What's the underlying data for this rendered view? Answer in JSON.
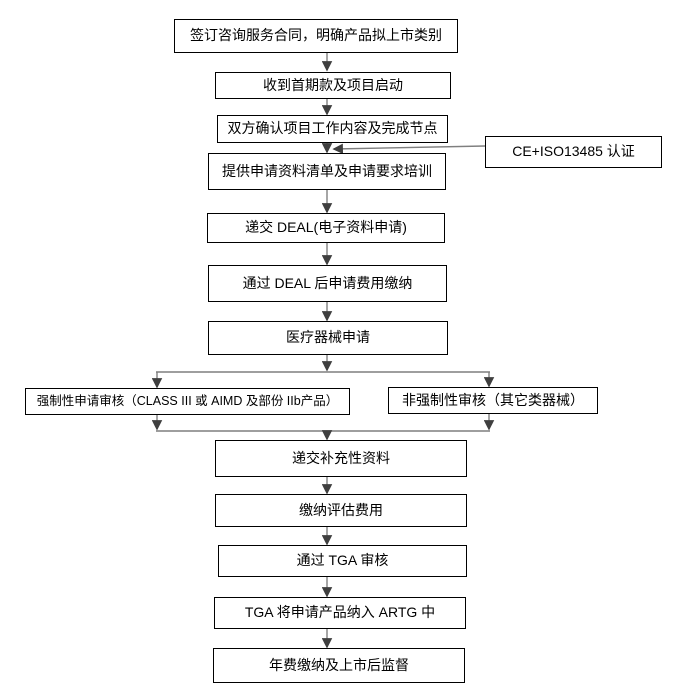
{
  "page": {
    "background_color": "#ffffff"
  },
  "colors": {
    "box_border": "#000000",
    "box_fill": "#ffffff",
    "text": "#000000",
    "connector_line": "#7f7f7f",
    "arrowhead": "#3f3f3f"
  },
  "flowchart": {
    "type": "flowchart",
    "nodes": [
      {
        "id": "sign-contract",
        "label": "签订咨询服务合同，明确产品拟上市类别"
      },
      {
        "id": "first-payment",
        "label": "收到首期款及项目启动"
      },
      {
        "id": "confirm-scope",
        "label": "双方确认项目工作内容及完成节点"
      },
      {
        "id": "ce-iso13485",
        "label": "CE+ISO13485 认证"
      },
      {
        "id": "provide-checklist",
        "label": "提供申请资料清单及申请要求培训"
      },
      {
        "id": "submit-deal",
        "label": "递交 DEAL(电子资料申请)"
      },
      {
        "id": "deal-fee",
        "label": "通过 DEAL 后申请费用缴纳"
      },
      {
        "id": "device-application",
        "label": "医疗器械申请"
      },
      {
        "id": "mandatory-audit",
        "label": "强制性申请审核（CLASS III 或 AIMD 及部份 IIb产品）"
      },
      {
        "id": "non-mandatory-audit",
        "label": "非强制性审核（其它类器械）"
      },
      {
        "id": "supplementary-data",
        "label": "递交补充性资料"
      },
      {
        "id": "assessment-fee",
        "label": "缴纳评估费用"
      },
      {
        "id": "tga-review",
        "label": "通过 TGA 审核"
      },
      {
        "id": "artg-listing",
        "label": "TGA 将申请产品纳入 ARTG 中"
      },
      {
        "id": "annual-fee",
        "label": "年费缴纳及上市后监督"
      }
    ],
    "edges": [
      {
        "from": "sign-contract",
        "to": "first-payment"
      },
      {
        "from": "first-payment",
        "to": "confirm-scope"
      },
      {
        "from": "confirm-scope",
        "to": "provide-checklist"
      },
      {
        "from": "ce-iso13485",
        "to": "provide-checklist"
      },
      {
        "from": "provide-checklist",
        "to": "submit-deal"
      },
      {
        "from": "submit-deal",
        "to": "deal-fee"
      },
      {
        "from": "deal-fee",
        "to": "device-application"
      },
      {
        "from": "device-application",
        "to": "mandatory-audit"
      },
      {
        "from": "device-application",
        "to": "non-mandatory-audit"
      },
      {
        "from": "mandatory-audit",
        "to": "supplementary-data"
      },
      {
        "from": "non-mandatory-audit",
        "to": "supplementary-data"
      },
      {
        "from": "supplementary-data",
        "to": "assessment-fee"
      },
      {
        "from": "assessment-fee",
        "to": "tga-review"
      },
      {
        "from": "tga-review",
        "to": "artg-listing"
      },
      {
        "from": "artg-listing",
        "to": "annual-fee"
      }
    ]
  }
}
